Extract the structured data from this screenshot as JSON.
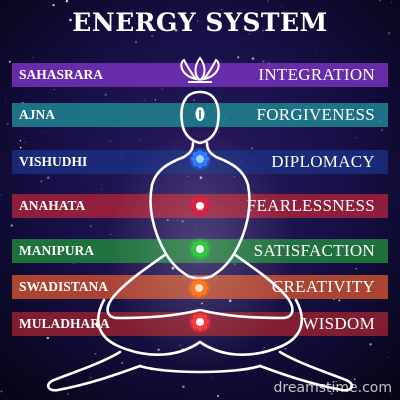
{
  "title": "ENERGY SYSTEM",
  "chakras": [
    {
      "name": "SAHASRARA",
      "quality": "INTEGRATION",
      "color": "#6f2fb3",
      "symbol": "lotus-icon"
    },
    {
      "name": "AJNA",
      "quality": "FORGIVENESS",
      "color": "#1e7c8a",
      "symbol": "eye-icon"
    },
    {
      "name": "VISHUDHI",
      "quality": "DIPLOMACY",
      "color": "#1b2b7a",
      "symbol": "throat-chakra-icon"
    },
    {
      "name": "ANAHATA",
      "quality": "FEARLESSNESS",
      "color": "#9a1f3c",
      "symbol": "heart-chakra-icon"
    },
    {
      "name": "MANIPURA",
      "quality": "SATISFACTION",
      "color": "#1f7a3c",
      "symbol": "solar-plexus-chakra-icon"
    },
    {
      "name": "SWADISTANA",
      "quality": "CREATIVITY",
      "color": "#b84a32",
      "symbol": "sacral-chakra-icon"
    },
    {
      "name": "MULADHARA",
      "quality": "WISDOM",
      "color": "#8a2030",
      "symbol": "root-chakra-icon"
    }
  ],
  "watermark": "dreamstime.com"
}
